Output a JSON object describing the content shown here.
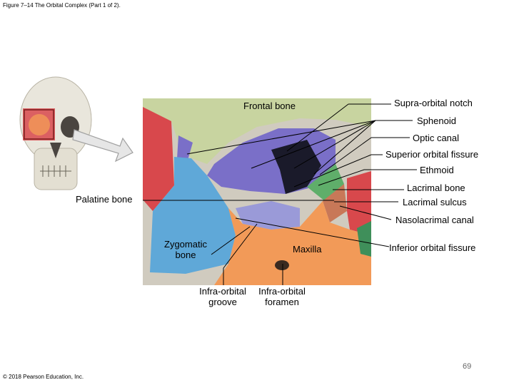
{
  "caption": "Figure 7–14 The Orbital Complex (Part 1 of 2).",
  "copyright": "© 2018 Pearson Education, Inc.",
  "page_number": "69",
  "labels": {
    "frontal_bone": "Frontal bone",
    "supraorbital_notch": "Supra-orbital notch",
    "sphenoid": "Sphenoid",
    "optic_canal": "Optic canal",
    "superior_orbital_fissure": "Superior orbital fissure",
    "ethmoid": "Ethmoid",
    "lacrimal_bone": "Lacrimal bone",
    "lacrimal_sulcus": "Lacrimal sulcus",
    "palatine_bone": "Palatine bone",
    "nasolacrimal_canal": "Nasolacrimal canal",
    "zygomatic_bone_1": "Zygomatic",
    "zygomatic_bone_2": "bone",
    "maxilla": "Maxilla",
    "inferior_orbital_fissure": "Inferior orbital fissure",
    "infraorbital_groove_1": "Infra-orbital",
    "infraorbital_groove_2": "groove",
    "infraorbital_foramen_1": "Infra-orbital",
    "infraorbital_foramen_2": "foramen"
  },
  "colors": {
    "frontal": "#c8d4a0",
    "sphenoid": "#7a6fc8",
    "ethmoid": "#5fae6a",
    "lacrimal": "#c87858",
    "palatine": "#9a9ad8",
    "zygomatic": "#5fa8d8",
    "maxilla": "#f29a58",
    "nasal_red": "#d8484c",
    "leader": "#000000"
  }
}
